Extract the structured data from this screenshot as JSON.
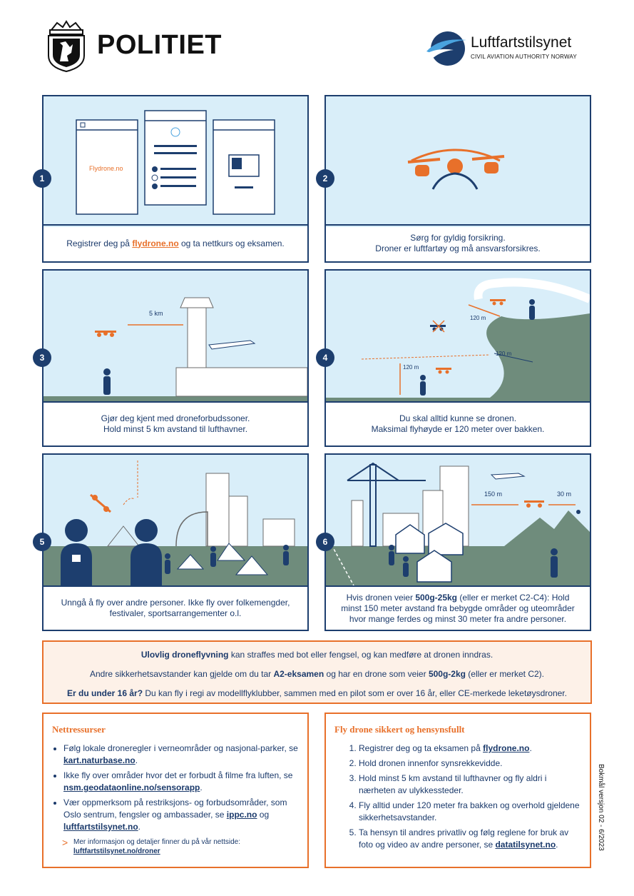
{
  "header": {
    "police_name": "POLITIET",
    "authority_name": "Luftfartstilsynet",
    "authority_sub": "CIVIL AVIATION AUTHORITY NORWAY"
  },
  "panels": [
    {
      "num": "1",
      "caption_pre": "Registrer deg på ",
      "caption_link": "flydrone.no",
      "caption_post": " og ta nettkurs og eksamen.",
      "scene_label": "Flydrone.no"
    },
    {
      "num": "2",
      "caption_line1": "Sørg for gyldig forsikring.",
      "caption_line2": "Droner er luftfartøy og må ansvarsforsikres."
    },
    {
      "num": "3",
      "caption_line1": "Gjør deg kjent med droneforbudssoner.",
      "caption_line2": "Hold minst 5 km avstand til lufthavner.",
      "distance_label": "5 km"
    },
    {
      "num": "4",
      "caption_line1": "Du skal alltid kunne se dronen.",
      "caption_line2": "Maksimal flyhøyde er 120 meter over bakken.",
      "height_label_a": "120 m",
      "height_label_b": "120 m",
      "height_label_c": "120 m"
    },
    {
      "num": "5",
      "caption_line1": "Unngå å fly over andre personer. Ikke fly over folkemengder,",
      "caption_line2": "festivaler, sportsarrangementer o.l."
    },
    {
      "num": "6",
      "caption_pre": "Hvis dronen veier ",
      "caption_bold": "500g-25kg",
      "caption_post": " (eller er merket C2-C4): Hold minst 150 meter avstand fra bebygde områder og uteområder hvor mange ferdes og minst 30 meter fra andre personer.",
      "distance_a": "150 m",
      "distance_b": "30 m"
    }
  ],
  "warning": {
    "line1_bold": "Ulovlig droneflyvning",
    "line1_rest": " kan straffes med bot eller fengsel, og kan medføre at dronen inndras.",
    "line2_pre": "Andre sikkerhetsavstander kan gjelde om du tar ",
    "line2_bold1": "A2-eksamen",
    "line2_mid": " og har en drone som veier ",
    "line2_bold2": "500g-2kg",
    "line2_post": " (eller er merket C2).",
    "line3_bold": "Er du under 16 år?",
    "line3_rest": " Du kan fly i regi av modellflyklubber, sammen med en pilot som er over 16 år, eller CE-merkede leketøysdroner."
  },
  "resources": {
    "title": "Nettressurser",
    "items": [
      {
        "pre": "Følg lokale droneregler i verneområder og nasjonal-parker, se ",
        "link": "kart.naturbase.no",
        "post": "."
      },
      {
        "pre": "Ikke fly over områder hvor det er forbudt å filme fra luften, se ",
        "link": "nsm.geodataonline.no/sensorapp",
        "post": "."
      },
      {
        "pre": "Vær oppmerksom på restriksjons- og forbudsområder, som Oslo sentrum, fengsler og ambassader, se ",
        "link": "ippc.no",
        "mid": " og ",
        "link2": "luftfartstilsynet.no",
        "post": "."
      }
    ],
    "more_text": "Mer informasjon og detaljer finner du på vår nettside:",
    "more_link": "luftfartstilsynet.no/droner"
  },
  "safety": {
    "title": "Fly drone sikkert og hensynsfullt",
    "items": [
      {
        "pre": "Registrer deg og ta eksamen på ",
        "link": "flydrone.no",
        "post": "."
      },
      {
        "pre": "Hold dronen innenfor synsrekkevidde.",
        "link": "",
        "post": ""
      },
      {
        "pre": "Hold minst 5 km avstand til lufthavner og fly aldri i nærheten av ulykkessteder.",
        "link": "",
        "post": ""
      },
      {
        "pre": "Fly alltid under 120 meter fra bakken og overhold gjeldene sikkerhetsavstander.",
        "link": "",
        "post": ""
      },
      {
        "pre": "Ta hensyn til andres privatliv og følg reglene for bruk av foto og video av andre personer, se ",
        "link": "datatilsynet.no",
        "post": "."
      }
    ]
  },
  "version": "Bokmål versjon 02 - 6/2023",
  "colors": {
    "navy": "#1d3e6e",
    "orange": "#e8702a",
    "sky": "#d9eef9",
    "ground": "#6f8c7c"
  }
}
